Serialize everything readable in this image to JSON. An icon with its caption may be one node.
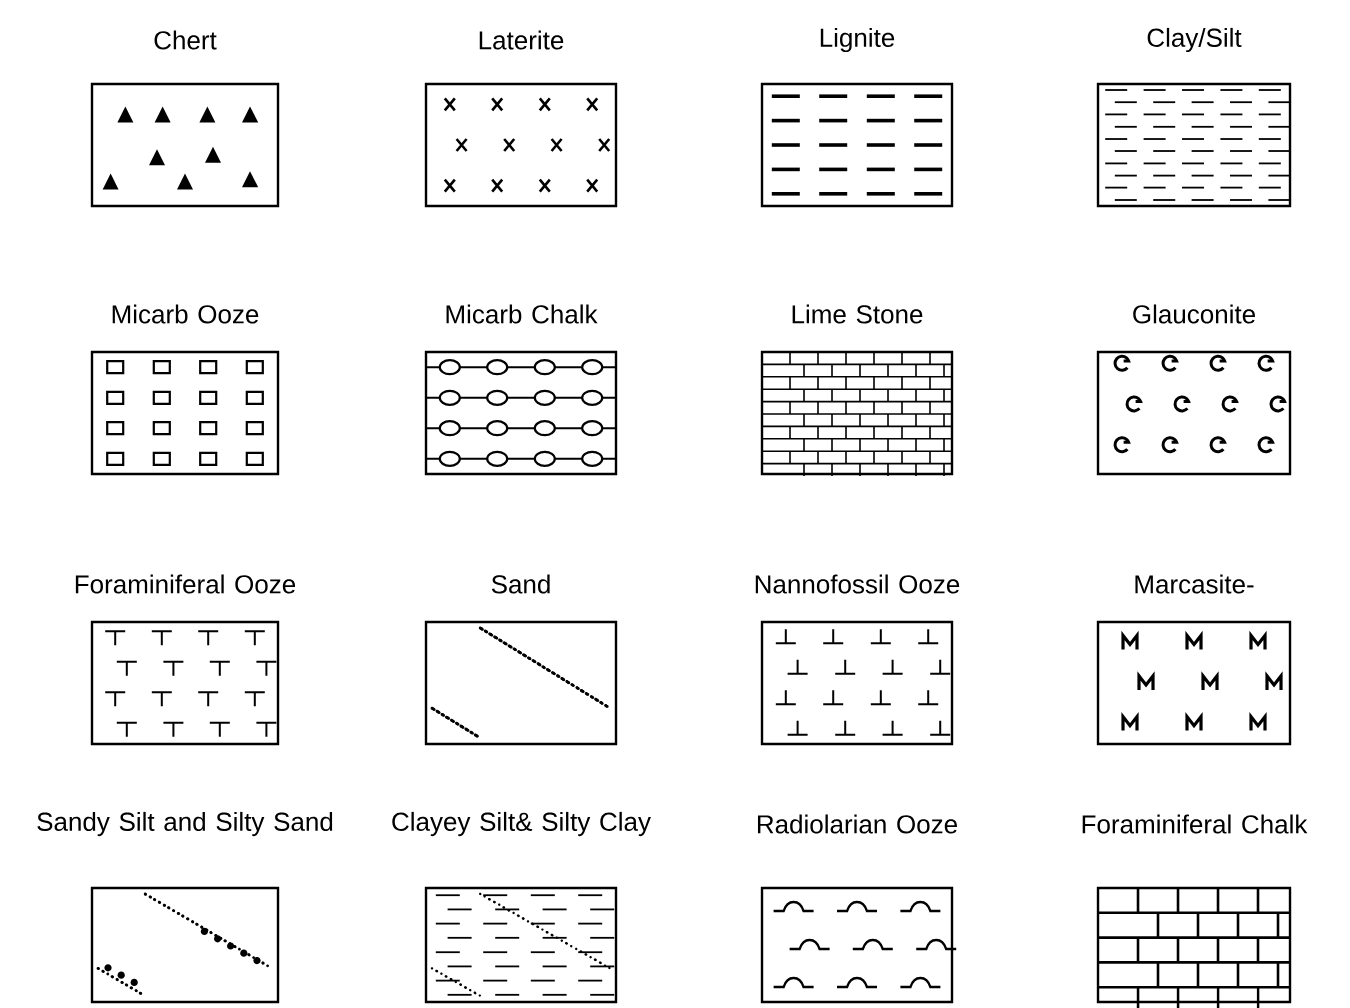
{
  "diagram": {
    "nodes": [
      {
        "text": [
          "Chert"
        ]
      },
      {
        "text": [
          "Laterite"
        ]
      },
      {
        "text": [
          "Lignite"
        ]
      },
      {
        "text": [
          "Clay/Silt"
        ]
      },
      {
        "text": [
          "Micarb Ooze"
        ]
      },
      {
        "text": [
          "Micarb Chalk"
        ]
      },
      {
        "text": [
          "Lime Stone"
        ]
      },
      {
        "text": [
          "Glauconite"
        ]
      },
      {
        "text": [
          "Foraminiferal Ooze"
        ]
      },
      {
        "text": [
          "Sand"
        ]
      },
      {
        "text": [
          "Nannofossil Ooze"
        ]
      },
      {
        "text": [
          "Marcasite-"
        ]
      },
      {
        "text": [
          "Sandy Silt and Silty Sand"
        ]
      },
      {
        "text": [
          "Clayey Silt& Silty Clay"
        ]
      },
      {
        "text": [
          "Radiolarian Ooze"
        ]
      },
      {
        "text": [
          "Foraminiferal Chalk"
        ]
      }
    ]
  }
}
